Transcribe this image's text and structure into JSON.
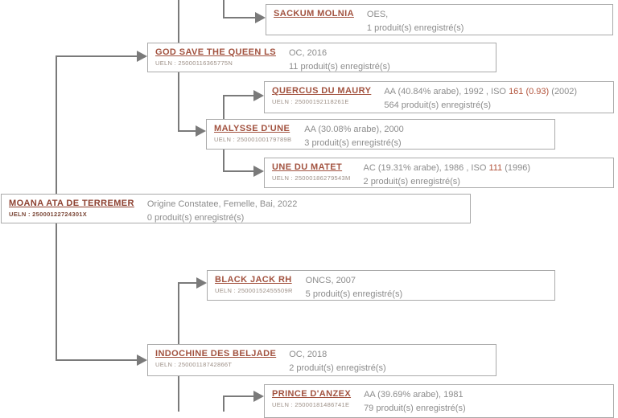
{
  "colors": {
    "link": "#A2523F",
    "root_link": "#8D4030",
    "iso_highlight": "#B2533B",
    "info_text": "#8C8C8C",
    "connector_line": "#7A7A7A",
    "box_border": "#AAAAAA"
  },
  "boxes": [
    {
      "name": "SACKUM MOLNIA",
      "ueln": "",
      "info1": {
        "pre": "OES,",
        "hl": "",
        "post": ""
      },
      "info2": "1 produit(s) enregistré(s)"
    },
    {
      "name": "GOD SAVE THE QUEEN LS",
      "ueln": "UELN : 25000116365775N",
      "info1": {
        "pre": "OC, 2016",
        "hl": "",
        "post": ""
      },
      "info2": "11 produit(s) enregistré(s)"
    },
    {
      "name": "QUERCUS DU MAURY",
      "ueln": "UELN : 25000192118261E",
      "info1": {
        "pre": "AA (40.84% arabe), 1992 , ISO ",
        "hl": "161 (0.93)",
        "post": " (2002)"
      },
      "info2": "564 produit(s) enregistré(s)"
    },
    {
      "name": "MALYSSE D'UNE",
      "ueln": "UELN : 25000100179789B",
      "info1": {
        "pre": "AA (30.08% arabe), 2000",
        "hl": "",
        "post": ""
      },
      "info2": "3 produit(s) enregistré(s)"
    },
    {
      "name": "UNE DU MATET",
      "ueln": "UELN : 25000186279543M",
      "info1": {
        "pre": "AC (19.31% arabe), 1986 , ISO ",
        "hl": "111",
        "post": " (1996)"
      },
      "info2": "2 produit(s) enregistré(s)"
    },
    {
      "name": "MOANA ATA DE TERREMER",
      "ueln": "UELN : 25000122724301X",
      "info1": {
        "pre": "Origine Constatee, Femelle, Bai, 2022",
        "hl": "",
        "post": ""
      },
      "info2": "0 produit(s) enregistré(s)"
    },
    {
      "name": "BLACK JACK RH",
      "ueln": "UELN : 25000152455509R",
      "info1": {
        "pre": "ONCS, 2007",
        "hl": "",
        "post": ""
      },
      "info2": "5 produit(s) enregistré(s)"
    },
    {
      "name": "INDOCHINE DES BELJADE",
      "ueln": "UELN : 25000118742866T",
      "info1": {
        "pre": "OC, 2018",
        "hl": "",
        "post": ""
      },
      "info2": "2 produit(s) enregistré(s)"
    },
    {
      "name": "PRINCE D'ANZEX",
      "ueln": "UELN : 25000181486741E",
      "info1": {
        "pre": "AA (39.69% arabe), 1981",
        "hl": "",
        "post": ""
      },
      "info2": "79 produit(s) enregistré(s)"
    }
  ]
}
